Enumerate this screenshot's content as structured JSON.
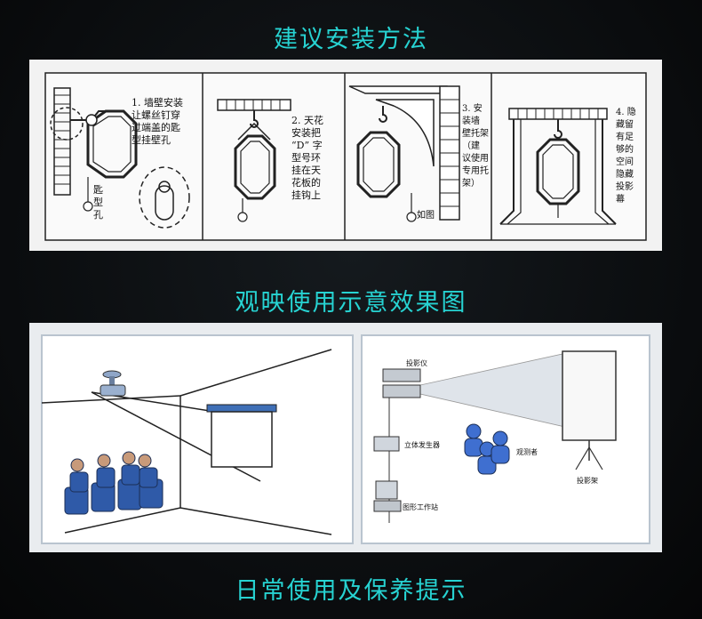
{
  "headings": {
    "install": "建议安装方法",
    "viewing": "观映使用示意效果图",
    "care": "日常使用及保养提示"
  },
  "install_steps": [
    {
      "lines": [
        "1. 墙壁安装",
        "让螺丝钉穿",
        "过端盖的匙",
        "型挂壁孔"
      ],
      "hole_label": [
        "匙",
        "型",
        "孔"
      ]
    },
    {
      "lines": [
        "2. 天花",
        "安装把",
        "“D” 字",
        "型号环",
        "挂在天",
        "花板的",
        "挂钩上"
      ]
    },
    {
      "lines": [
        "3. 安",
        "装墙",
        "壁托架",
        "（建",
        "议使用",
        "专用托",
        "架）"
      ],
      "note": "如图"
    },
    {
      "lines": [
        "4. 隐",
        "藏留",
        "有足",
        "够的",
        "空间",
        "隐藏",
        "投影",
        "幕"
      ]
    }
  ],
  "schematic_labels": {
    "projector": "投影仪",
    "stereo_generator": "立体发生器",
    "viewers": "观测者",
    "workstation": "图形工作站",
    "screen_stand": "投影架"
  },
  "colors": {
    "heading": "#27d3d2",
    "panel_bg": "#ffffff",
    "line": "#1a1a1a",
    "people_blue": "#2f5aa8"
  }
}
